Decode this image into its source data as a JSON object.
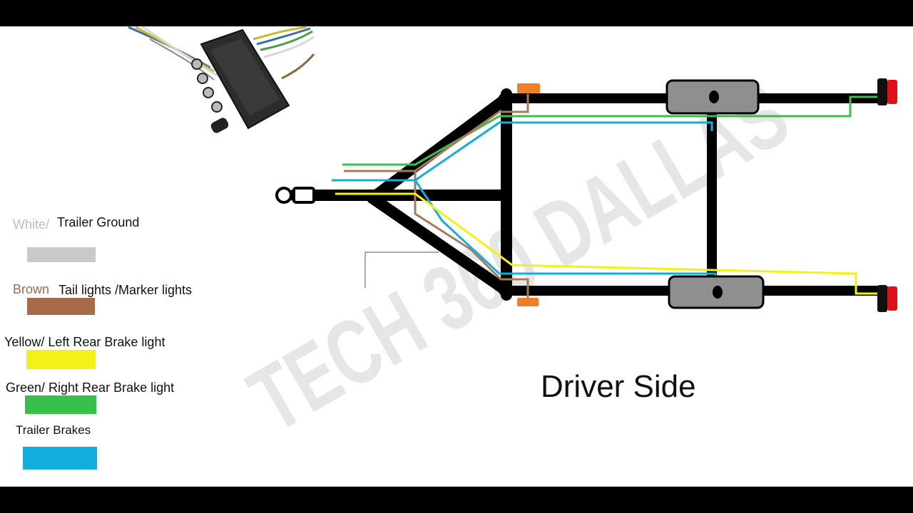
{
  "legend": [
    {
      "prefix": "White/",
      "text": "Trailer Ground",
      "color": "#c9c9c9",
      "prefix_color": "#bdbdbd"
    },
    {
      "prefix": "Brown",
      "text": "Tail lights /Marker lights",
      "color": "#a66c4a",
      "prefix_color": "#9b6a4c"
    },
    {
      "prefix": "",
      "text": "Yellow/ Left Rear Brake light",
      "color": "#f4f117",
      "prefix_color": ""
    },
    {
      "prefix": "",
      "text": "Green/ Right Rear Brake light",
      "color": "#37c14c",
      "prefix_color": ""
    },
    {
      "prefix": "",
      "text": "Trailer Brakes",
      "color": "#12aede",
      "prefix_color": ""
    }
  ],
  "watermark": "TECH 360 DALLAS",
  "side_label": "Driver Side",
  "wire_colors": {
    "white": "#cfcfcf",
    "brown": "#a87a5a",
    "yellow": "#f4f117",
    "green": "#37c14c",
    "blue": "#12aede",
    "frame": "#000000",
    "hub": "#8a8a8a",
    "marker": "#f07f2a",
    "tail_light": "#e0101a"
  }
}
